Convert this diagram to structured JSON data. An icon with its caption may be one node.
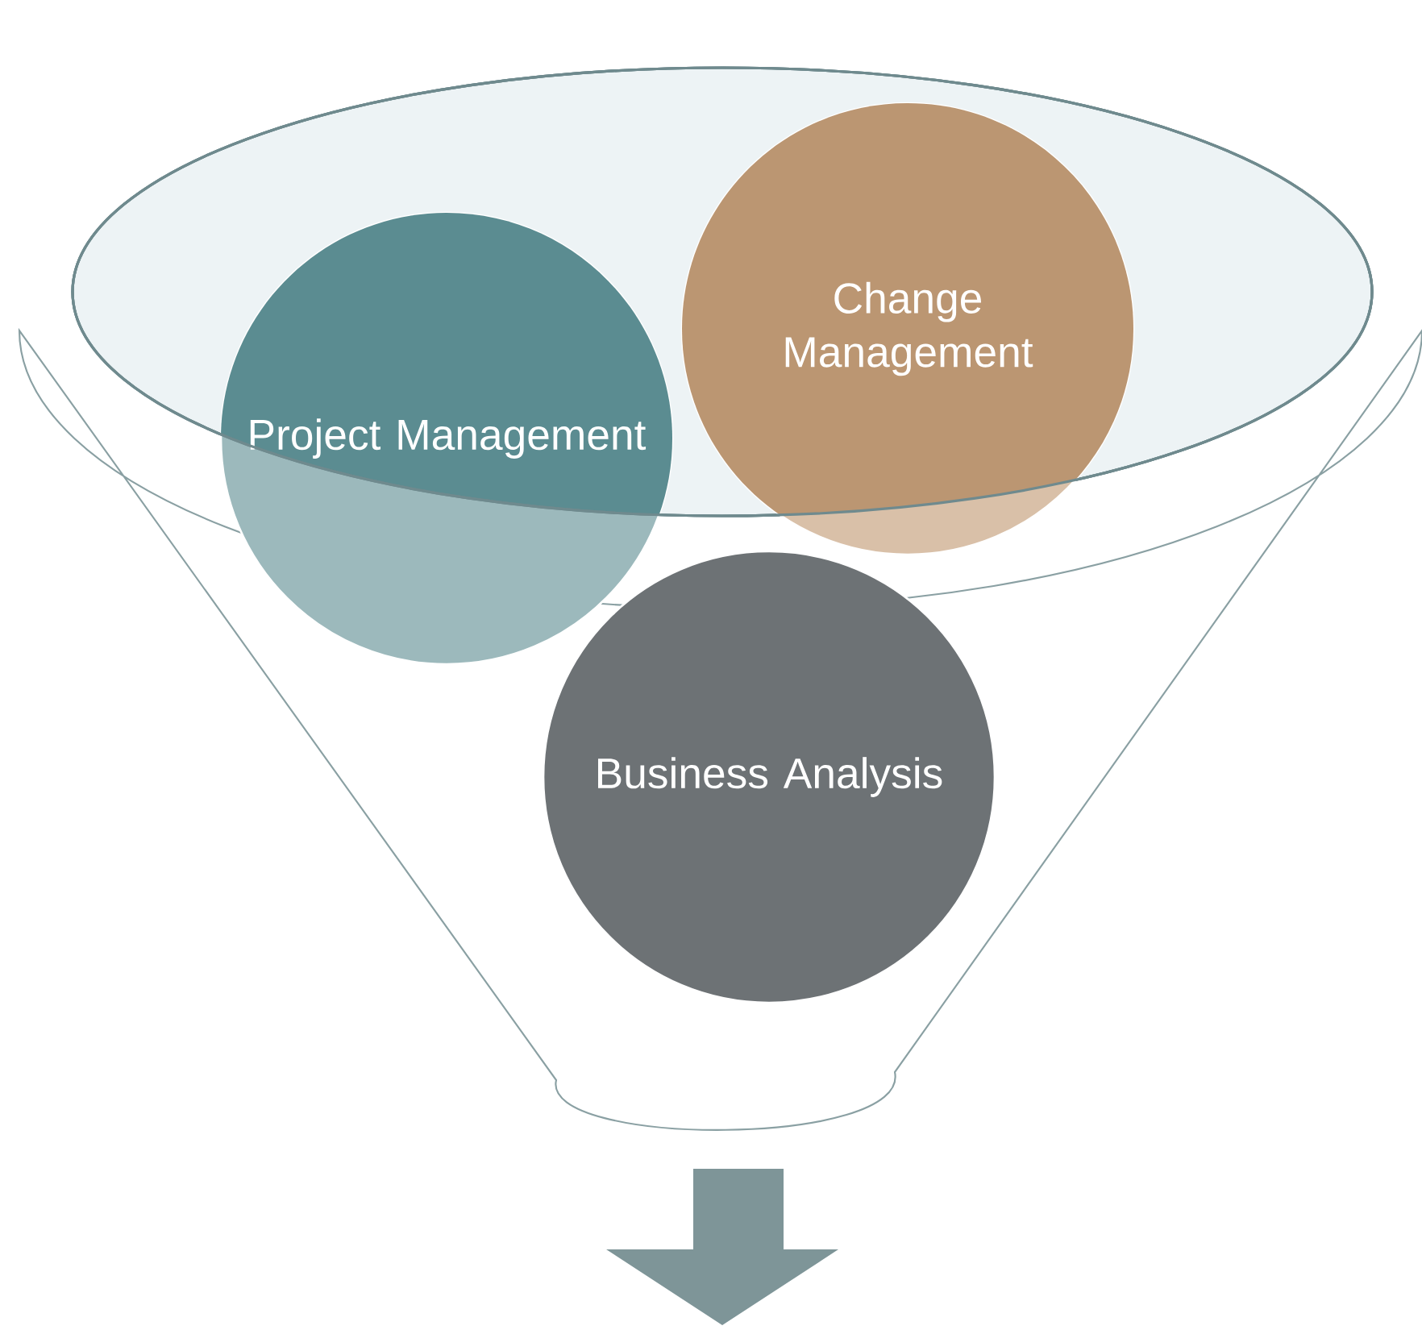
{
  "diagram": {
    "nodes": [
      {
        "text": [
          "Project Management"
        ]
      },
      {
        "text": [
          "Change Management"
        ]
      },
      {
        "text": [
          "Business Analysis"
        ]
      }
    ]
  }
}
